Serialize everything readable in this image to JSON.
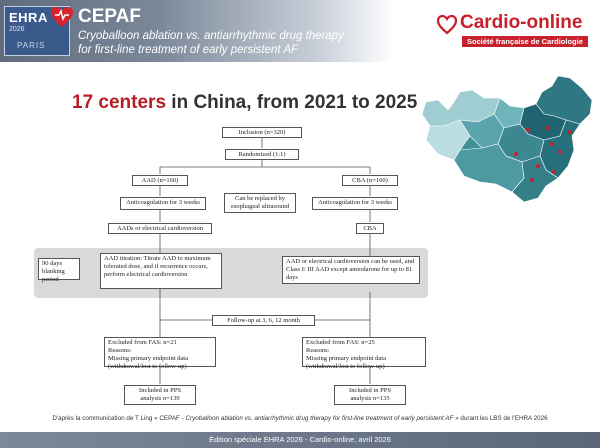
{
  "header": {
    "ehra_logo": {
      "name": "EHRA",
      "year": "2026",
      "city": "PARIS"
    },
    "study_name": "CEPAF",
    "study_subtitle_line1": "Cryoballoon ablation vs. antiarrhythmic drug therapy",
    "study_subtitle_line2": "for first-line treatment of early persistent AF",
    "brand_name": "Cardio-online",
    "brand_tagline": "Société française de Cardiologie"
  },
  "slide": {
    "title_highlight": "17 centers",
    "title_rest": " in China, from 2021 to 2025"
  },
  "flowchart": {
    "inclusion": "Inclusion (n=320)",
    "randomized": "Randomized (1:1)",
    "aad": "AAD (n=160)",
    "cba": "CBA (n=160)",
    "anticoag_left": "Anticoagulation for 3 weeks",
    "replace_note": "Can be replaced by esophageal ultrasound",
    "anticoag_right": "Anticoagulation for 3 weeks",
    "aad_or_ec": "AADs or electrical cardioversion",
    "cba_step": "CBA",
    "blanking": "90 days blanking period",
    "aad_titration": "AAD titration: Titrate AAD to maximum tolerated dose, and if recurrence occurs, perform electrical cardioversion",
    "cba_aad": "AAD or electrical cardioversion can be used, and Class I/ III AAD except amiodarone for up to 81 days",
    "followup": "Follow-up at 3, 6,  12 month",
    "excluded_left": "Excluded from FAS: n=21",
    "excluded_right": "Excluded from FAS: n=25",
    "reasons_label": "Reasons:",
    "reason_detail": "Missing primary endpoint data (withdrawal/lost to follow-up)",
    "pps_left": "Included in PPS analysis n=139",
    "pps_right": "Included in PPS analysis n=135"
  },
  "caption": {
    "prefix": "D'après la communication de T Ling  « CEPAF - ",
    "italic": "Cryoballoon ablation vs. antiarrhythmic drug therapy for first-line treatment of early persistent AF",
    "suffix": " » durant les LBS de l'EHRA 2026"
  },
  "footer": {
    "text": "Édition spéciale EHRA 2026 - Cardio-online, avril 2026"
  },
  "colors": {
    "accent_red": "#b51e24",
    "brand_red": "#c8202c",
    "header_grey": "#6b7789"
  }
}
